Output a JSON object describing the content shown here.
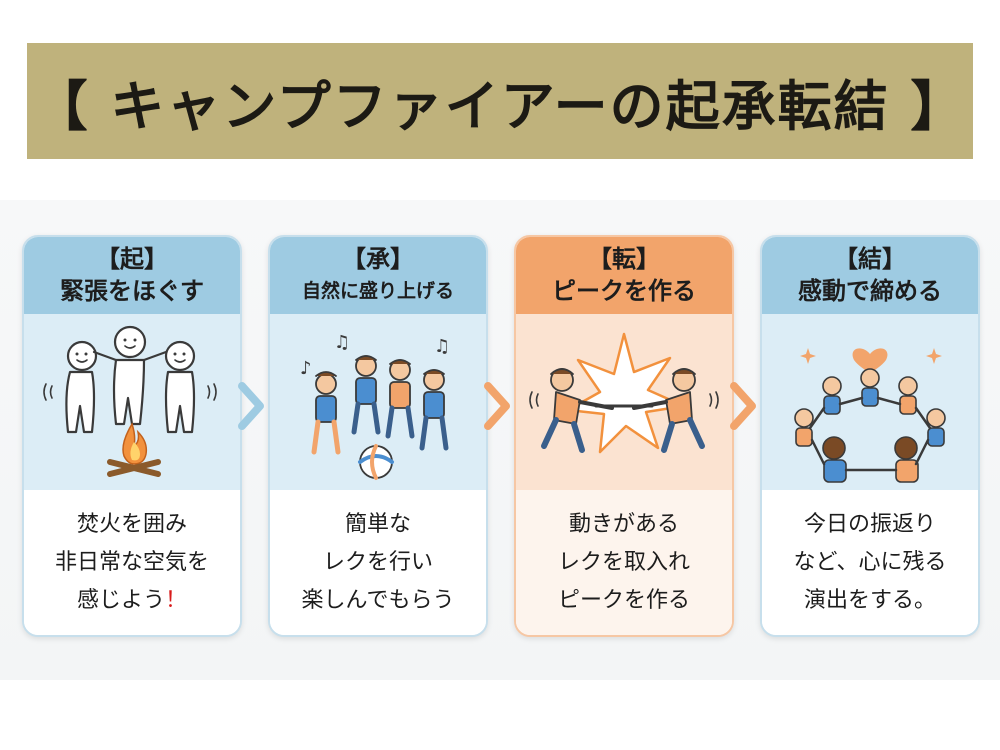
{
  "title": "【 キャンプファイアーの起承転結 】",
  "cards": [
    {
      "stage": "【起】",
      "heading": "緊張をほぐす",
      "lines": [
        "焚火を囲み",
        "非日常な空気を",
        "感じよう"
      ],
      "exclaim": "！"
    },
    {
      "stage": "【承】",
      "heading": "自然に盛り上げる",
      "lines": [
        "簡単な",
        "レクを行い",
        "楽しんでもらう"
      ]
    },
    {
      "stage": "【転】",
      "heading": "ピークを作る",
      "lines": [
        "動きがある",
        "レクを取入れ",
        "ピークを作る"
      ]
    },
    {
      "stage": "【結】",
      "heading": "感動で締める",
      "lines": [
        "今日の振返り",
        "など、心に残る",
        "演出をする。"
      ]
    }
  ],
  "colors": {
    "blue_header": "#9ecbe2",
    "orange_header": "#f2a46b",
    "title_band": "#bfb27c",
    "exclaim": "#d81b1b"
  },
  "icons": [
    "people-bonfire-icon",
    "kids-playing-music-icon",
    "tug-of-war-icon",
    "circle-holding-hands-icon",
    "chevron-right-icon"
  ]
}
